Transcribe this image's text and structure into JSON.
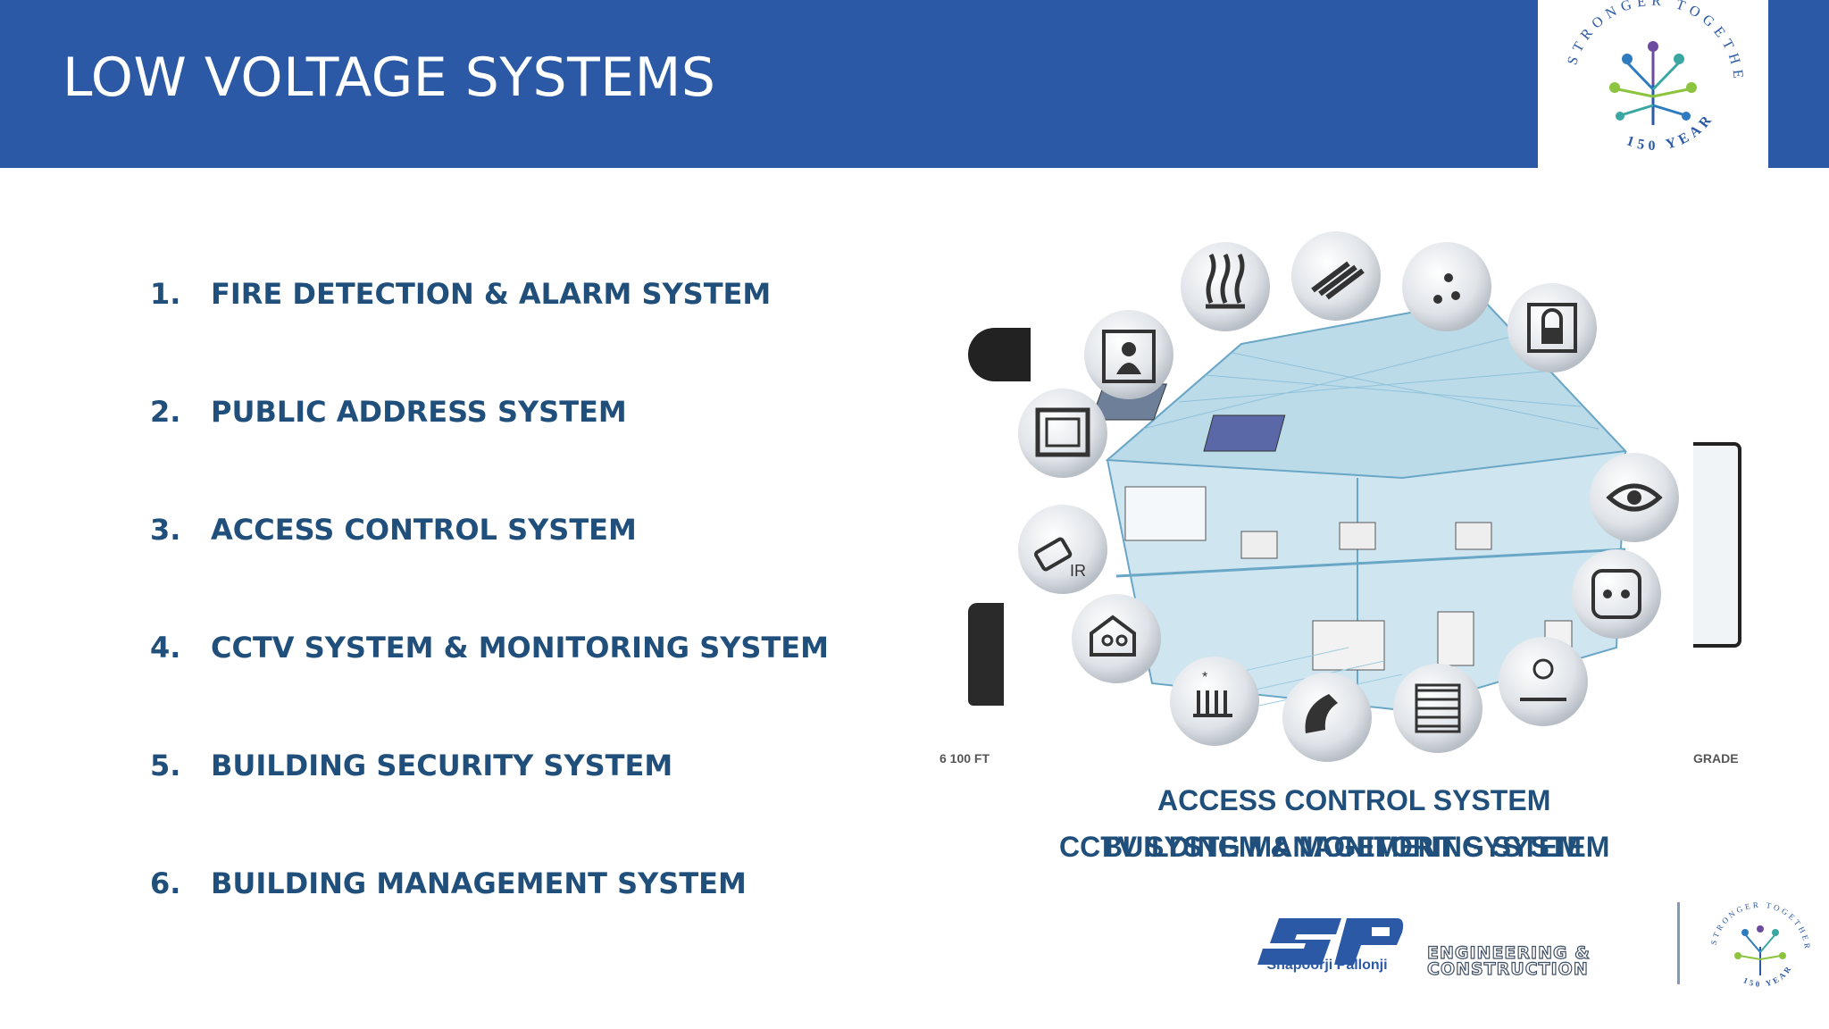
{
  "header": {
    "title": "LOW VOLTAGE SYSTEMS",
    "badge": {
      "arc_top": "STRONGER TOGETHER",
      "arc_bottom": "150 YEARS",
      "colors": [
        "#2e7bbf",
        "#3aa7a3",
        "#8cc43f",
        "#6c4aa0"
      ]
    }
  },
  "systems": [
    {
      "number": "1.",
      "label": "FIRE DETECTION & ALARM SYSTEM"
    },
    {
      "number": "2.",
      "label": "PUBLIC ADDRESS SYSTEM"
    },
    {
      "number": "3.",
      "label": "ACCESS CONTROL SYSTEM"
    },
    {
      "number": "4.",
      "label": "CCTV SYSTEM & MONITORING SYSTEM"
    },
    {
      "number": "5.",
      "label": "BUILDING SECURITY SYSTEM"
    },
    {
      "number": "6.",
      "label": "BUILDING MANAGEMENT SYSTEM"
    }
  ],
  "figure": {
    "left_caption": "6 100 FT",
    "right_caption": "GRADE",
    "icons": [
      "heating-icon",
      "pipes-icon",
      "water-drops-icon",
      "lock-icon",
      "eye-icon",
      "socket-icon",
      "light-dimmer-icon",
      "blinds-icon",
      "phone-icon",
      "radiator-icon",
      "home-scene-icon",
      "ir-remote-icon",
      "window-icon",
      "presence-icon"
    ]
  },
  "captions": {
    "line1": "ACCESS CONTROL SYSTEM",
    "line2_a": "CCTV SYSTEM & MONITORING SYSTEM",
    "line2_b": "BUILDING MANAGEMENT SYSTEM"
  },
  "footer": {
    "company": "Shapoorji Pallonji",
    "division_line1": "ENGINEERING &",
    "division_line2": "CONSTRUCTION",
    "badge_arc_top": "STRONGER TOGETHER",
    "badge_arc_bottom": "150 YEARS"
  },
  "colors": {
    "header": "#2b59a5",
    "text": "#1f4f7a",
    "house": "#bfe0ef"
  }
}
